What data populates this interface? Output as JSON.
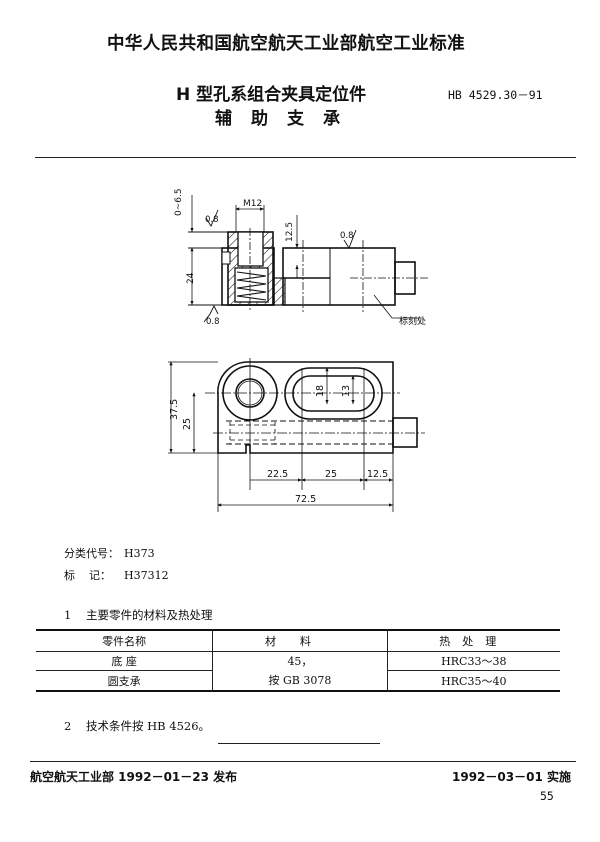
{
  "header": {
    "organization_title": "中华人民共和国航空航天工业部航空工业标准",
    "standard_title": "H 型孔系组合夹具定位件",
    "standard_subtitle": "辅助支承",
    "standard_code": "HB 4529.30－91"
  },
  "drawing": {
    "top_view": {
      "dim_offset": "0~6.5",
      "dim_thread": "M12",
      "dim_height": "24",
      "dim_slot_height": "12.5",
      "roughness_top_left": "0.8",
      "roughness_top_right": "0.8",
      "roughness_bottom": "0.8",
      "marking_note": "标刻处"
    },
    "plan_view": {
      "dim_total_height": "37.5",
      "dim_center_height": "25",
      "dim_outer_slot": "18",
      "dim_inner_slot": "13",
      "dim_seg_1": "22.5",
      "dim_seg_2": "25",
      "dim_seg_3": "12.5",
      "dim_total_length": "72.5"
    }
  },
  "meta": {
    "class_code_label": "分类代号：",
    "class_code_value": "H373",
    "mark_label": "标    记：",
    "mark_value": "H37312"
  },
  "section1": {
    "number": "1",
    "title": "主要零件的材料及热处理",
    "table": {
      "headers": [
        "零件名称",
        "材料",
        "热处理"
      ],
      "rows": [
        {
          "part": "底 座",
          "material": "45，",
          "heat_treatment": "HRC33～38"
        },
        {
          "part": "圆支承",
          "material": "按 GB 3078",
          "heat_treatment": "HRC35～40"
        }
      ]
    }
  },
  "section2": {
    "number": "2",
    "text": "技术条件按 HB 4526。"
  },
  "footer": {
    "issued": "航空航天工业部 1992－01－23 发布",
    "effective": "1992－03－01 实施",
    "page_number": "55"
  }
}
